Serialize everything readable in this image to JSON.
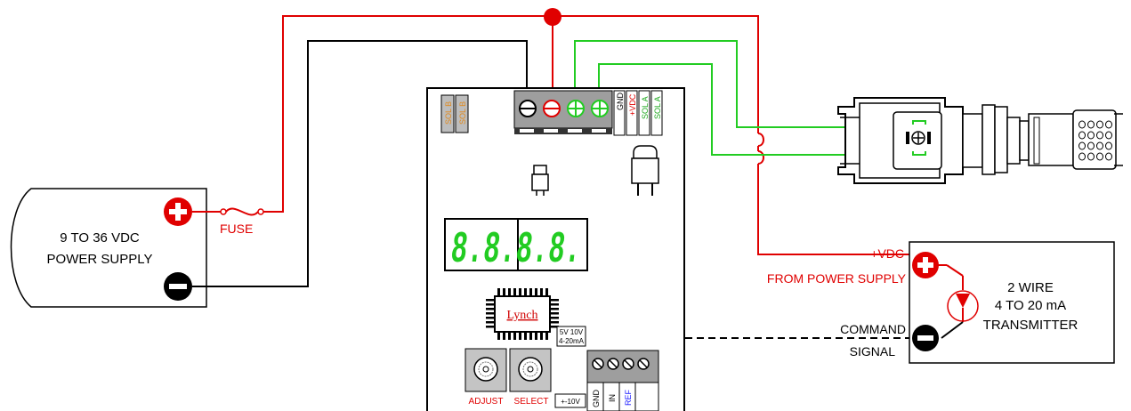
{
  "colors": {
    "wire_positive": "#e00000",
    "wire_negative": "#000000",
    "wire_solenoid": "#22cc22",
    "display_segment": "#22cc22",
    "label_red": "#e00000",
    "label_blue": "#1a1aff",
    "label_green": "#22aa22",
    "label_orange": "#e08a1e"
  },
  "power_supply": {
    "line1": "9 TO  36 VDC",
    "line2": "POWER SUPPLY",
    "fuse_label": "FUSE"
  },
  "board": {
    "display_text": "8.8.8.8.",
    "chip_brand": "Lynch",
    "range_line1": "5V 10V",
    "range_line2": "4-20mA",
    "range_small": "+-10V",
    "pot_adjust": "ADJUST",
    "pot_select": "SELECT",
    "top_labels": {
      "sol_b_1": "SOL B",
      "sol_b_2": "SOL B",
      "gnd": "GND",
      "vdc": "+VDC",
      "sol_a_1": "SOL A",
      "sol_a_2": "SOL A"
    },
    "bottom_labels": {
      "gnd": "GND",
      "in": "IN",
      "ref": "REF"
    }
  },
  "transmitter": {
    "line1": "2 WIRE",
    "line2": "4 TO 20 mA",
    "line3": "TRANSMITTER",
    "vdc_label": "+VDC",
    "from_label": "FROM POWER SUPPLY",
    "command_line1": "COMMAND",
    "command_line2": "SIGNAL"
  },
  "icons": [
    "plus-terminal-icon",
    "minus-terminal-icon",
    "screw-terminal-icon",
    "fuse-icon",
    "solenoid-valve-icon",
    "potentiometer-icon"
  ]
}
